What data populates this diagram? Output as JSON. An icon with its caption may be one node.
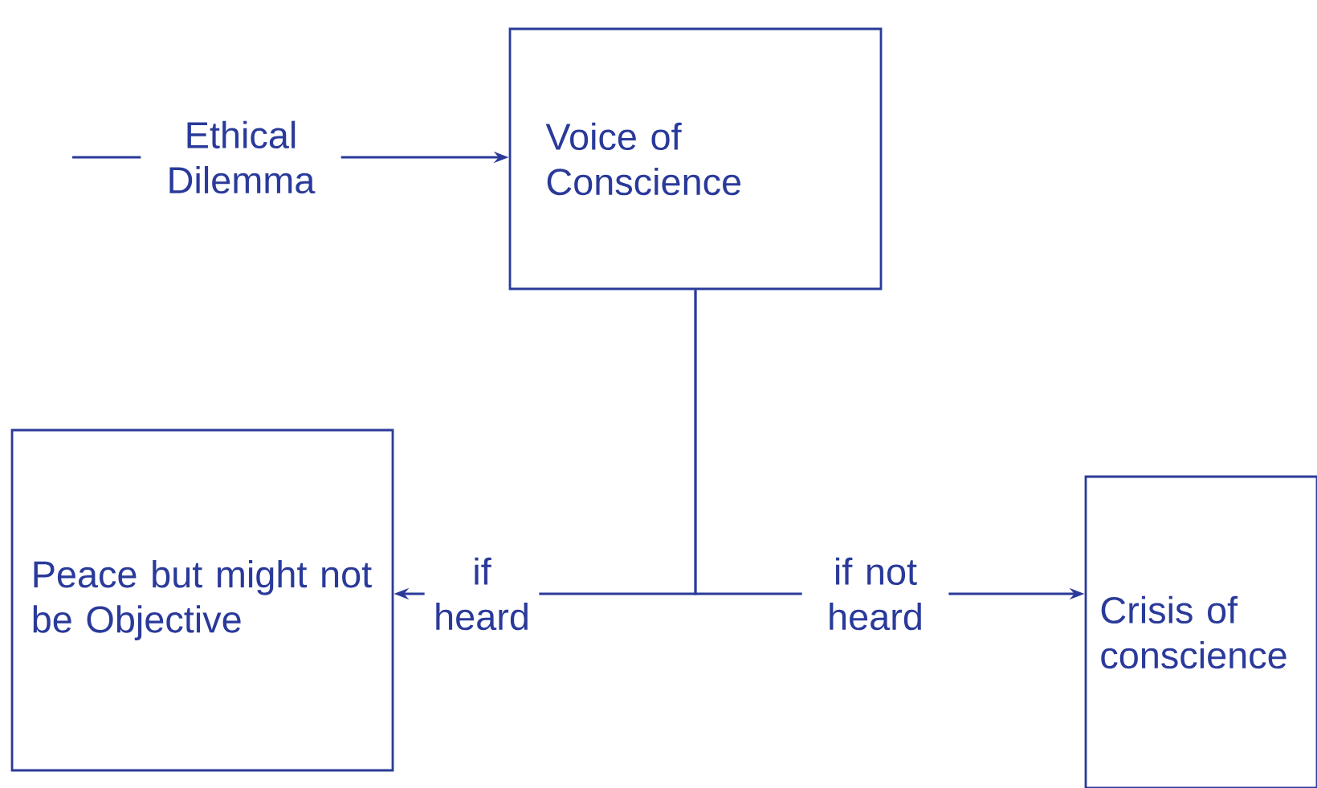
{
  "diagram": {
    "nodes": [
      {
        "text": [
          "Voice of Conscience"
        ]
      },
      {
        "text": [
          "Peace but might not be Objective"
        ]
      },
      {
        "text": [
          "Crisis of conscience"
        ]
      }
    ],
    "edges": [
      {
        "from": null,
        "to": 0,
        "arrow": "to",
        "label": "Ethical Dilemma"
      },
      {
        "from": 0,
        "to": 1,
        "arrow": "to",
        "label": "if heard"
      },
      {
        "from": 0,
        "to": 2,
        "arrow": "to",
        "label": "if not heard"
      }
    ]
  }
}
